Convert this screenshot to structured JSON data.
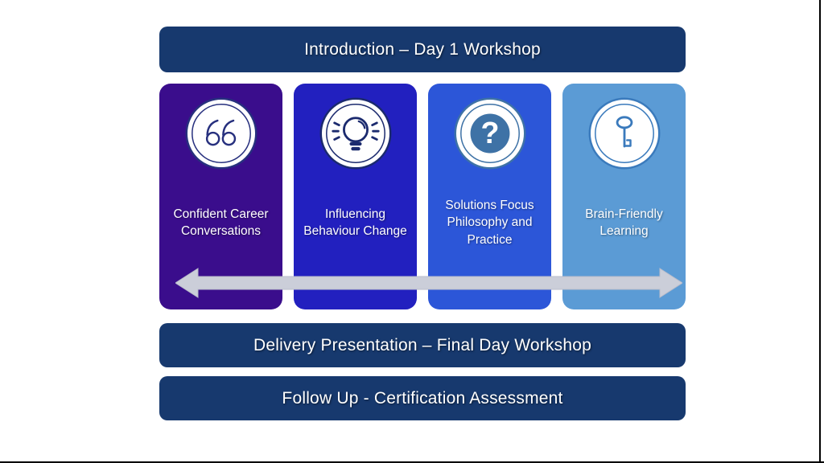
{
  "slide": {
    "title_banner": {
      "label": "Introduction – Day 1 Workshop"
    },
    "delivery_banner": {
      "label": "Delivery Presentation – Final Day Workshop"
    },
    "followup_banner": {
      "label": "Follow Up - Certification Assessment"
    },
    "banner_color": "#17396e",
    "cards": [
      {
        "label": "Confident Career Conversations",
        "icon": "quote-icon",
        "color": "#3a0d8c",
        "icon_color": "#27307e"
      },
      {
        "label": "Influencing Behaviour Change",
        "icon": "lightbulb-icon",
        "color": "#2220bf",
        "icon_color": "#1b2a6e"
      },
      {
        "label": "Solutions Focus Philosophy and Practice",
        "icon": "question-mark-icon",
        "color": "#2c56d8",
        "icon_color": "#3e72a6",
        "question_mark": "?"
      },
      {
        "label": "Brain-Friendly Learning",
        "icon": "key-icon",
        "color": "#5b9bd5",
        "icon_color": "#3a7abc"
      }
    ],
    "arrow": {
      "shape": "double-headed-horizontal",
      "color": "#cbced9"
    }
  }
}
